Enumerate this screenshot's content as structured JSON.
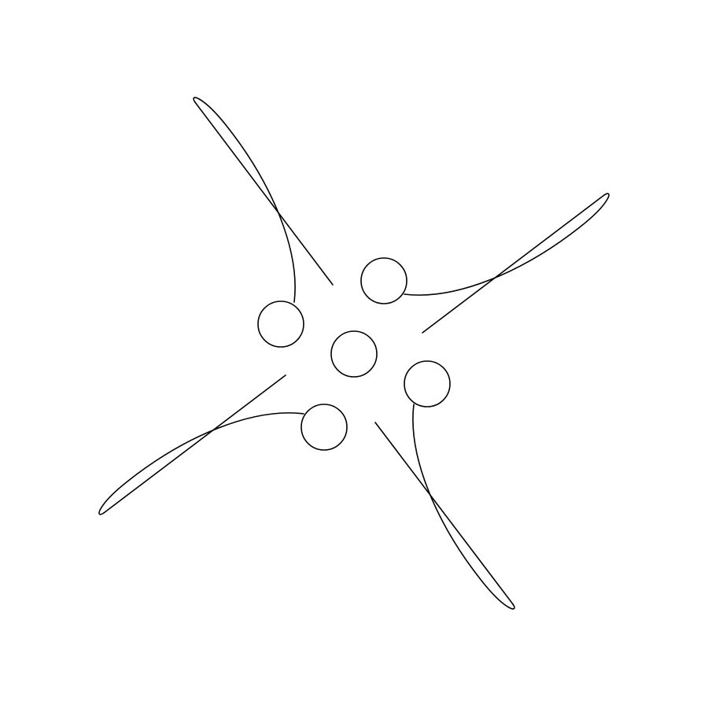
{
  "diagram": {
    "stroke_color": "#000000",
    "background_color": "#ffffff",
    "nodes": [
      "center",
      "upper-left",
      "upper-right",
      "lower-right",
      "lower-left"
    ],
    "arms": [
      "upper-left",
      "upper-right",
      "lower-right",
      "lower-left"
    ]
  }
}
